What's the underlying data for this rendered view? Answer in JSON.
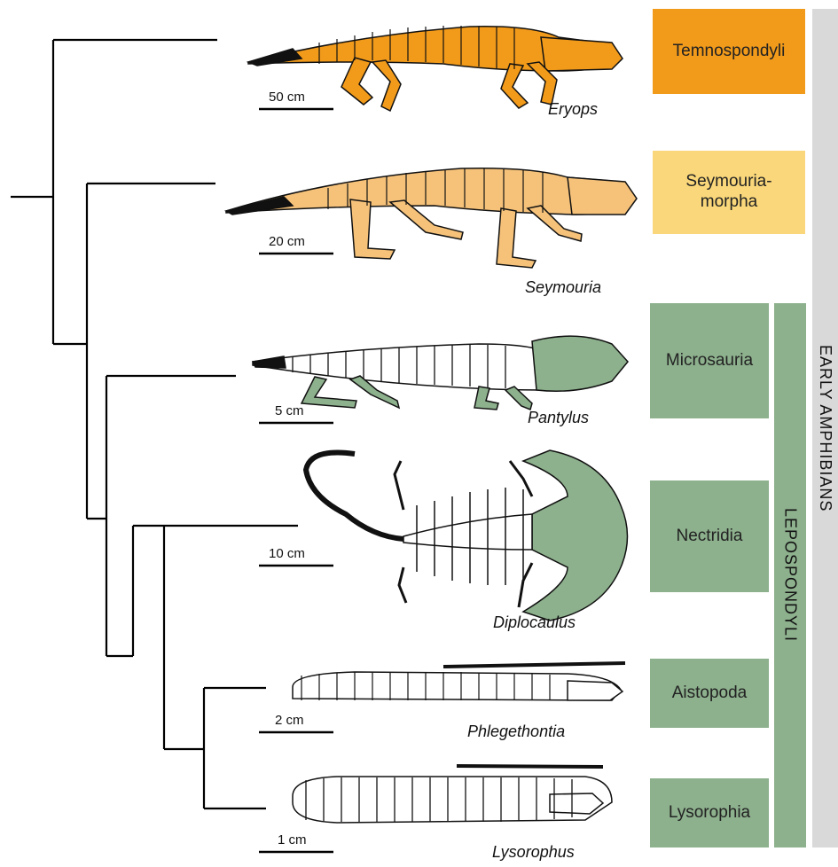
{
  "clades": [
    {
      "label": "Temnospondyli",
      "color": "#F29A1A"
    },
    {
      "label": "Seymouria-\nmorpha",
      "color": "#F9D77A"
    },
    {
      "label": "Microsauria",
      "color": "#8DB08D"
    },
    {
      "label": "Nectridia",
      "color": "#8DB08D"
    },
    {
      "label": "Aistopoda",
      "color": "#8DB08D"
    },
    {
      "label": "Lysorophia",
      "color": "#8DB08D"
    }
  ],
  "groups": {
    "lepospondyli": {
      "label": "LEPOSPONDYLI",
      "color": "#8DB08D"
    },
    "early_amphibians": {
      "label": "EARLY AMPHIBIANS",
      "color": "#D9D9D9"
    }
  },
  "taxa": [
    {
      "name": "Eryops",
      "scale": "50 cm",
      "color": "#F29A1A"
    },
    {
      "name": "Seymouria",
      "scale": "20 cm",
      "color": "#F6C27A"
    },
    {
      "name": "Pantylus",
      "scale": "5 cm",
      "color": "#8DB08D"
    },
    {
      "name": "Diplocaulus",
      "scale": "10 cm",
      "color": "#8DB08D"
    },
    {
      "name": "Phlegethontia",
      "scale": "2 cm",
      "color": "#ffffff"
    },
    {
      "name": "Lysorophus",
      "scale": "1 cm",
      "color": "#ffffff"
    }
  ]
}
